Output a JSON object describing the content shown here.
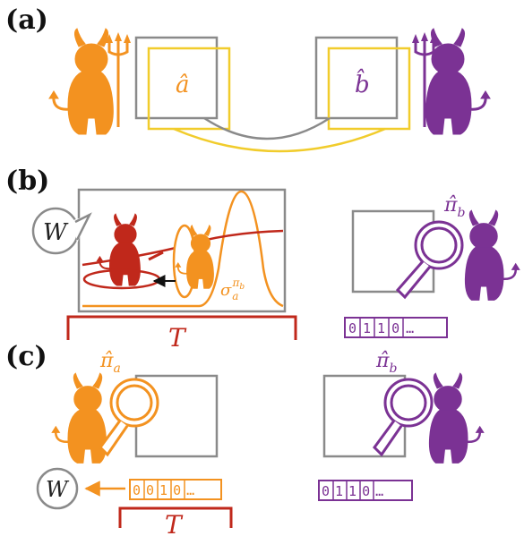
{
  "panels": {
    "a": {
      "label": "(a)",
      "alice_op": "â",
      "bob_op": "b̂"
    },
    "b": {
      "label": "(b)",
      "work": "W",
      "bob_pi": "π̂",
      "bob_pi_sub": "b",
      "sigma": "σ",
      "sigma_sub": "a",
      "sigma_sup": "π",
      "sigma_sup_sub": "b",
      "time": "T",
      "bob_bits": "0110…"
    },
    "c": {
      "label": "(c)",
      "alice_pi": "π̂",
      "alice_pi_sub": "a",
      "bob_pi": "π̂",
      "bob_pi_sub": "b",
      "work": "W",
      "alice_bits": "0010…",
      "bob_bits": "0110…",
      "time": "T"
    }
  },
  "colors": {
    "alice": "#f39220",
    "bob": "#7b3294",
    "yellow": "#f1cc2c",
    "gray": "#8a8a8a",
    "red": "#c0281b",
    "darkred": "#b11a12"
  }
}
